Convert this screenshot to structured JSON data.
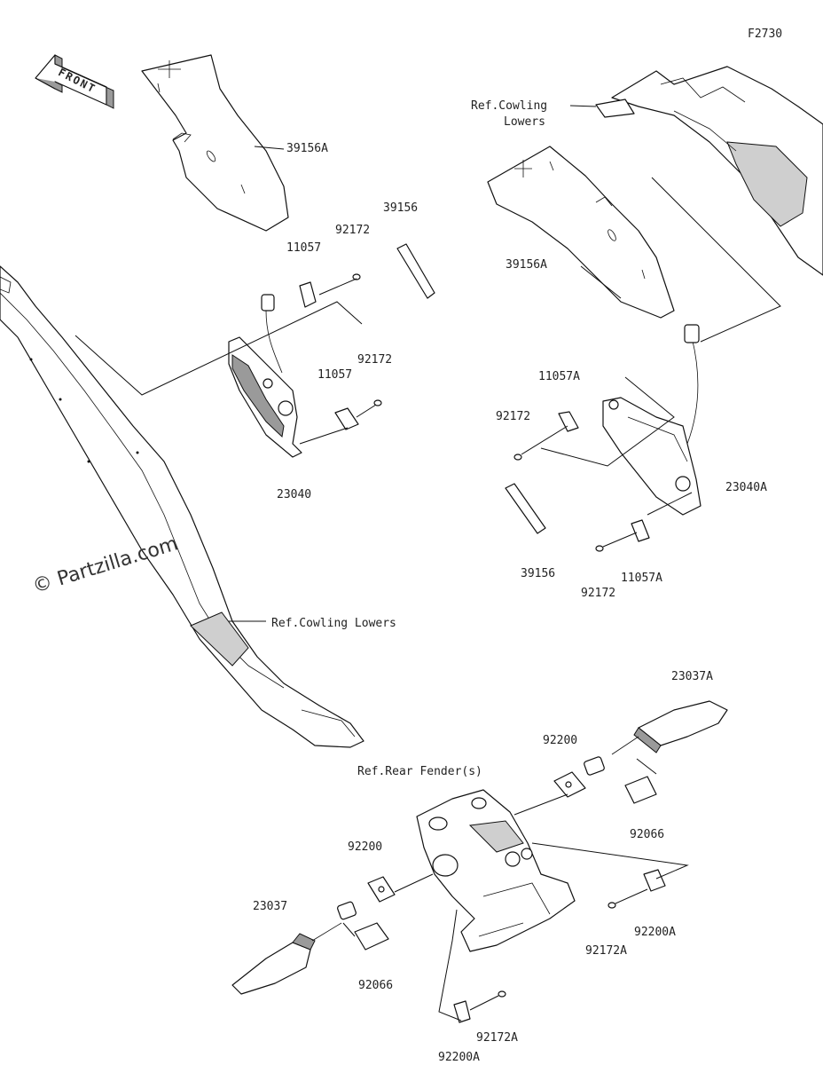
{
  "diagram_id": "F2730",
  "watermark": "© Partzilla.com",
  "front_arrow": "FRONT",
  "labels": {
    "p39156A_left": "39156A",
    "p39156_left": "39156",
    "p11057_top": "11057",
    "p92172_top": "92172",
    "p92172_mid": "92172",
    "p11057_mid": "11057",
    "p23040": "23040",
    "ref_cowling_lowers_left": "Ref.Cowling Lowers",
    "ref_cowling_lowers_right_1": "Ref.Cowling",
    "ref_cowling_lowers_right_2": "Lowers",
    "p39156A_right": "39156A",
    "p11057A_top": "11057A",
    "p92172_right": "92172",
    "p23040A": "23040A",
    "p39156_right": "39156",
    "p92172_right_bottom": "92172",
    "p11057A_bottom": "11057A",
    "p23037A": "23037A",
    "p92200_right": "92200",
    "p92066_right": "92066",
    "ref_rear_fender": "Ref.Rear Fender(s)",
    "p92200_left": "92200",
    "p23037": "23037",
    "p92066_left": "92066",
    "p92172A_right": "92172A",
    "p92200A_right": "92200A",
    "p92172A_bottom": "92172A",
    "p92200A_bottom": "92200A"
  }
}
